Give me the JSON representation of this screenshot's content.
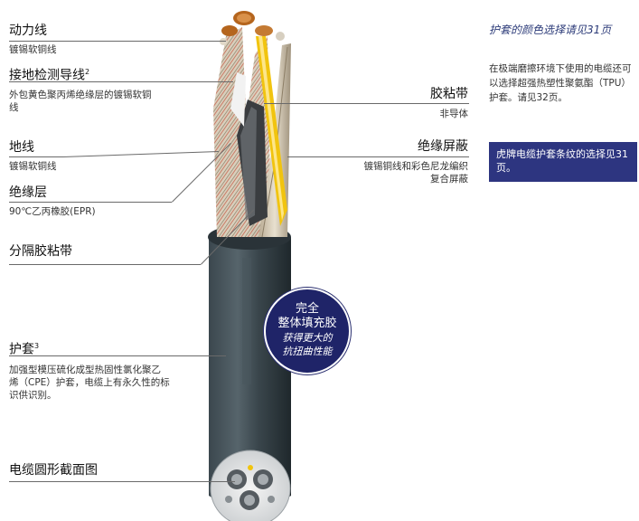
{
  "labels": {
    "power_line": {
      "title": "动力线",
      "sub": "镀锡软铜线"
    },
    "ground_check": {
      "title": "接地检测导线",
      "sup": "2",
      "sub": "外包黄色聚丙烯绝缘层的镀锡软铜线"
    },
    "ground_line": {
      "title": "地线",
      "sub": "镀锡软铜线"
    },
    "insulation": {
      "title": "绝缘层",
      "sub": "90℃乙丙橡胶(EPR)"
    },
    "separator_tape": {
      "title": "分隔胶粘带"
    },
    "jacket": {
      "title": "护套",
      "sup": "3",
      "sub": "加强型模压硫化成型热固性氯化聚乙烯（CPE）护套，电缆上有永久性的标识供识别。"
    },
    "cross_section": {
      "title": "电缆圆形截面图"
    },
    "adhesive_tape": {
      "title": "胶粘带",
      "sub": "非导体"
    },
    "insulation_shield": {
      "title": "绝缘屏蔽",
      "sub": "镀锡铜线和彩色尼龙编织复合屏蔽"
    }
  },
  "badge": {
    "line1": "完全",
    "line2": "整体填充胶",
    "line3": "获得更大的",
    "line4": "抗扭曲性能"
  },
  "notes": {
    "jacket_color": "护套的颜色选择请见31页",
    "tpu_note": "在极端磨擦环境下使用的电缆还可以选择超强热塑性聚氨酯（TPU）护套。请见32页。",
    "tiger_note": "虎牌电缆护套条纹的选择见31页。"
  },
  "colors": {
    "badge": "#1f2468",
    "note_box": "#2d3580",
    "note_title": "#2b3a78",
    "jacket": "#2f3a40"
  }
}
